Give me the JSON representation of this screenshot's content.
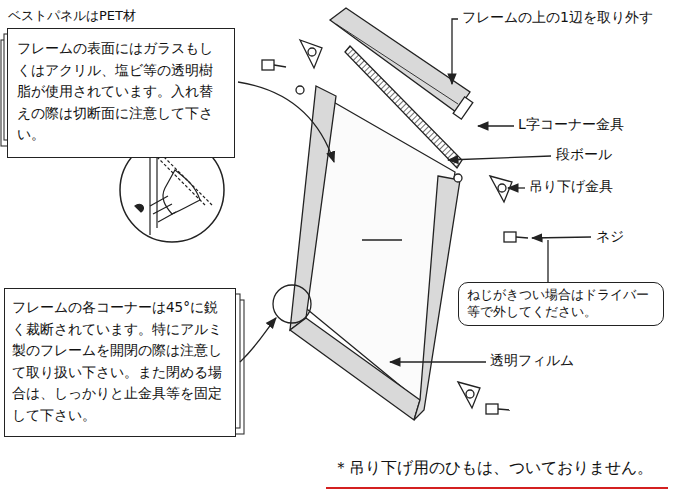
{
  "diagram": {
    "nodes": [
      {
        "text": [
          "フレームの表面にはガラスもしくはアクリル、塩ビ等の透明樹脂が使用されています。入れ替えの際は切断面に注意して下さい。"
        ]
      },
      {
        "text": [
          "フレームの各コーナーは45°に鋭く裁断されています。特にアルミ製のフレームを開閉の際は注意して取り扱い下さい。また閉める場合は、しっかりと止金具等を固定して下さい。"
        ]
      },
      {
        "text": [
          "ねじがきつい場合はドライバー等で外してください。"
        ]
      }
    ],
    "labels": [
      "ベストパネルはPET材",
      "フレームの上の1辺を取り外す",
      "L字コーナー金具",
      "段ボール",
      "吊り下げ金具",
      "ネジ",
      "透明フィルム",
      "＊吊り下げ用のひもは、ついておりません。"
    ]
  }
}
